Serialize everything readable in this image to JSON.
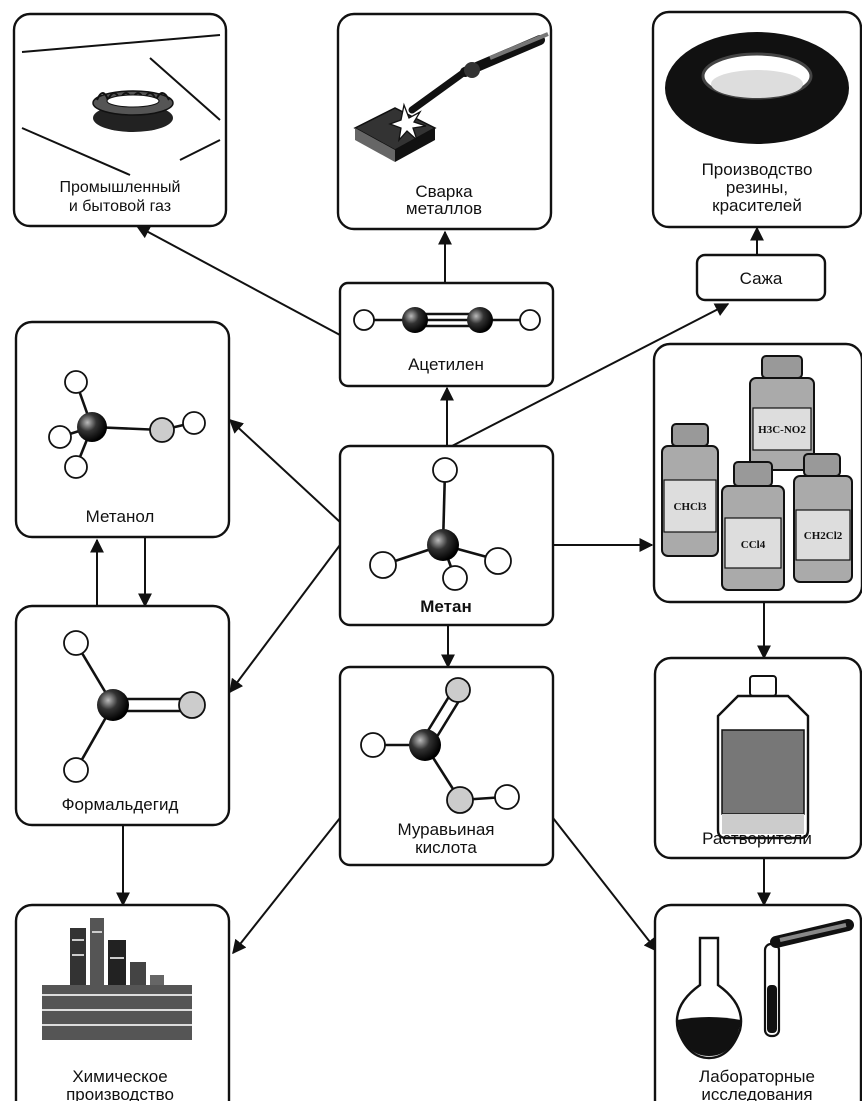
{
  "diagram": {
    "nodes": {
      "gas": {
        "label": [
          "Промышленный",
          "и бытовой газ"
        ],
        "icon": "gas-burner-icon"
      },
      "welding": {
        "label": [
          "Сварка",
          "металлов"
        ],
        "icon": "welding-torch-icon"
      },
      "rubber": {
        "label": [
          "Производство",
          "резины,",
          "красителей"
        ],
        "icon": "tire-icon"
      },
      "soot": {
        "label": [
          "Сажа"
        ]
      },
      "acetylene": {
        "label": [
          "Ацетилен"
        ],
        "icon": "acetylene-molecule-icon"
      },
      "methanol": {
        "label": [
          "Метанол"
        ],
        "icon": "methanol-molecule-icon"
      },
      "methane": {
        "label": [
          "Метан"
        ],
        "icon": "methane-molecule-icon"
      },
      "chloro": {
        "icon": "chemical-bottles-icon",
        "formulas": [
          "CHCl3",
          "H3C-NO2",
          "CCl4",
          "CH2Cl2"
        ]
      },
      "formaldehyde": {
        "label": [
          "Формальдегид"
        ],
        "icon": "formaldehyde-molecule-icon"
      },
      "formic": {
        "label": [
          "Муравьиная",
          "кислота"
        ],
        "icon": "formic-acid-molecule-icon"
      },
      "solvents": {
        "label": [
          "Растворители"
        ],
        "icon": "solvent-bottle-icon"
      },
      "chemical": {
        "label": [
          "Химическое",
          "производство"
        ],
        "icon": "factory-icon"
      },
      "lab": {
        "label": [
          "Лабораторные",
          "исследования"
        ],
        "icon": "lab-glassware-icon"
      }
    },
    "edges": [
      [
        "methane",
        "acetylene"
      ],
      [
        "methane",
        "soot"
      ],
      [
        "methane",
        "methanol"
      ],
      [
        "methane",
        "formaldehyde"
      ],
      [
        "methane",
        "formic"
      ],
      [
        "methane",
        "chloro"
      ],
      [
        "acetylene",
        "gas"
      ],
      [
        "acetylene",
        "welding"
      ],
      [
        "soot",
        "rubber"
      ],
      [
        "methanol",
        "formaldehyde"
      ],
      [
        "formaldehyde",
        "methanol"
      ],
      [
        "formaldehyde",
        "chemical"
      ],
      [
        "formic",
        "chemical"
      ],
      [
        "formic",
        "lab"
      ],
      [
        "chloro",
        "solvents"
      ],
      [
        "solvents",
        "lab"
      ]
    ]
  }
}
